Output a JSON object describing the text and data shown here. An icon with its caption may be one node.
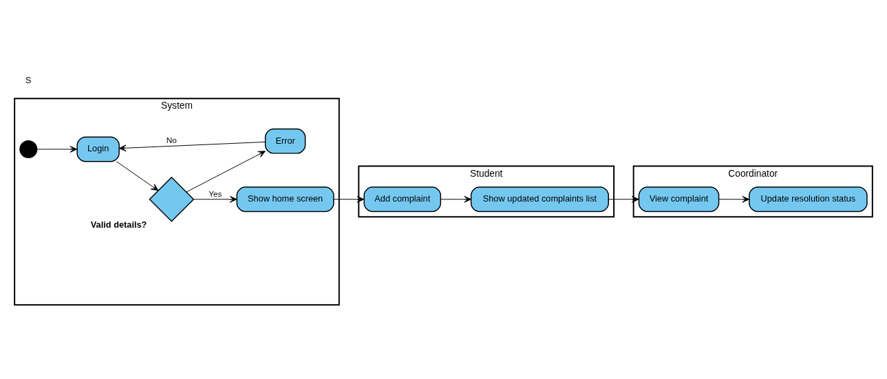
{
  "diagram": {
    "nodes": [
      {
        "text": [
          "System"
        ]
      },
      {
        "text": [
          "Student"
        ]
      },
      {
        "text": [
          "Coordinator"
        ]
      },
      {
        "text": [],
        "shape": "circle",
        "in": 0
      },
      {
        "text": [
          "Login"
        ],
        "in": 0
      },
      {
        "text": [],
        "shape": "diamond",
        "in": 0,
        "beside": [
          "Valid details?"
        ]
      },
      {
        "text": [
          "Error"
        ],
        "in": 0
      },
      {
        "text": [
          "Show home screen"
        ],
        "in": 0
      },
      {
        "text": [
          "Add complaint"
        ],
        "in": 1
      },
      {
        "text": [
          "Show updated complaints list"
        ],
        "in": 1
      },
      {
        "text": [
          "View complaint"
        ],
        "in": 2
      },
      {
        "text": [
          "Update resolution status"
        ],
        "in": 2
      }
    ],
    "edges": [
      {
        "from": 3,
        "to": 4,
        "arrow": "to"
      },
      {
        "from": 4,
        "to": 5,
        "arrow": "to"
      },
      {
        "from": 5,
        "to": 6,
        "arrow": "to"
      },
      {
        "from": 6,
        "to": 4,
        "arrow": "to",
        "label": "No"
      },
      {
        "from": 5,
        "to": 7,
        "arrow": "to",
        "label": "Yes"
      },
      {
        "from": 7,
        "to": 8,
        "arrow": "to"
      },
      {
        "from": 8,
        "to": 9,
        "arrow": "to"
      },
      {
        "from": 9,
        "to": 10,
        "arrow": "to"
      },
      {
        "from": 10,
        "to": 11,
        "arrow": "to"
      }
    ],
    "labels": [
      "S"
    ]
  }
}
